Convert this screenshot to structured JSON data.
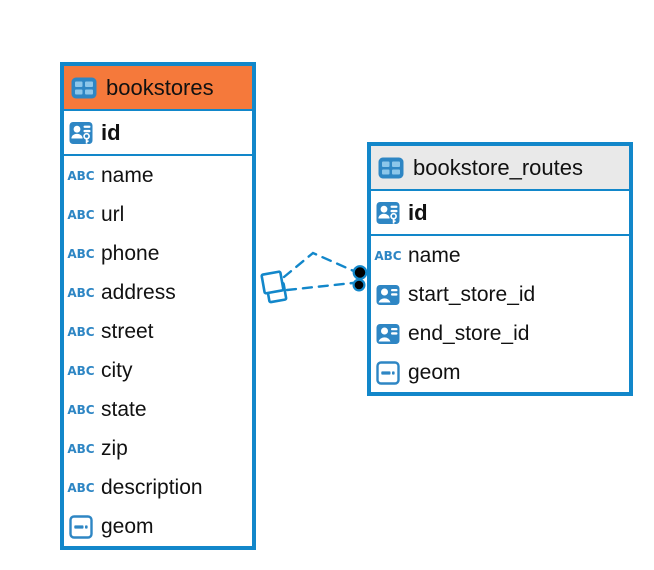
{
  "colors": {
    "accent_blue": "#1287CA",
    "icon_blue": "#2E86C4",
    "icon_blue_light": "#8CC6EA",
    "text": "#111111",
    "dot_black": "#000000",
    "background": "#FFFFFF"
  },
  "icon_glyphs": {
    "text_type": "ABC"
  },
  "diagram": {
    "tables": [
      {
        "name": "bookstores",
        "header_bg": "#F5793B",
        "pk": {
          "label": "id",
          "icon": "primary-key-user-icon"
        },
        "columns": [
          {
            "label": "name",
            "icon": "text-type-icon"
          },
          {
            "label": "url",
            "icon": "text-type-icon"
          },
          {
            "label": "phone",
            "icon": "text-type-icon"
          },
          {
            "label": "address",
            "icon": "text-type-icon"
          },
          {
            "label": "street",
            "icon": "text-type-icon"
          },
          {
            "label": "city",
            "icon": "text-type-icon"
          },
          {
            "label": "state",
            "icon": "text-type-icon"
          },
          {
            "label": "zip",
            "icon": "text-type-icon"
          },
          {
            "label": "description",
            "icon": "text-type-icon"
          },
          {
            "label": "geom",
            "icon": "object-type-icon"
          }
        ]
      },
      {
        "name": "bookstore_routes",
        "header_bg": "#E9E9E9",
        "pk": {
          "label": "id",
          "icon": "primary-key-user-icon"
        },
        "columns": [
          {
            "label": "name",
            "icon": "text-type-icon"
          },
          {
            "label": "start_store_id",
            "icon": "ref-user-icon"
          },
          {
            "label": "end_store_id",
            "icon": "ref-user-icon"
          },
          {
            "label": "geom",
            "icon": "object-type-icon"
          }
        ]
      }
    ],
    "relationships": [
      {
        "name": "routes-to-bookstores-upper",
        "style": "dashed"
      },
      {
        "name": "routes-to-bookstores-lower",
        "style": "dashed"
      }
    ]
  }
}
